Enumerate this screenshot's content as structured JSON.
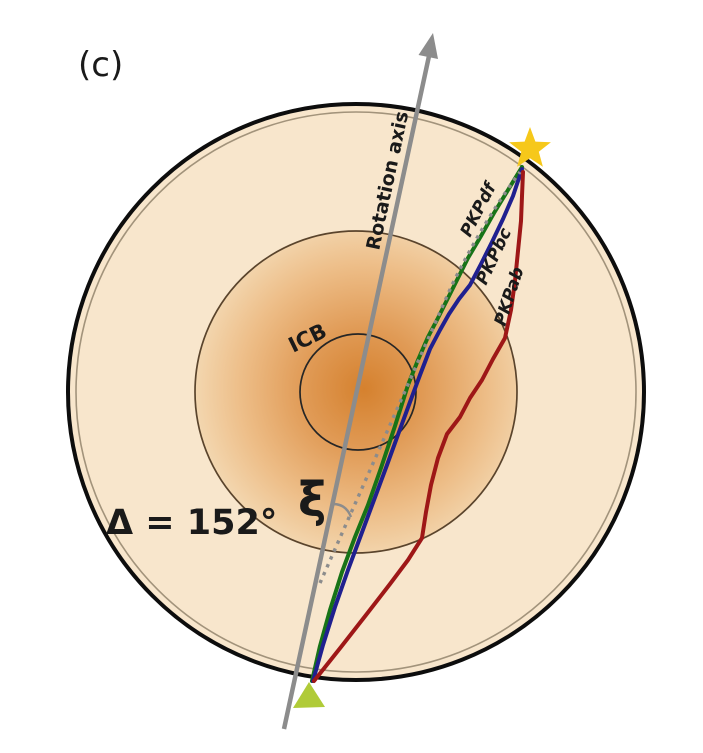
{
  "panel_label": "(c)",
  "axis": {
    "label": "Rotation axis",
    "color": "#8c8c8c"
  },
  "boundaries": {
    "icb_label": "ICB"
  },
  "angles": {
    "xi_symbol": "ξ",
    "delta_text": "Δ = 152°"
  },
  "rays": {
    "pkpdf": {
      "label": "PKPdf",
      "color": "#177317"
    },
    "pkpbc": {
      "label": "PKPbc",
      "color": "#20208f"
    },
    "pkpab": {
      "label": "PKPab",
      "color": "#9e1717"
    },
    "inner_core_leg_style": "dotted",
    "dotted_color": "#8c8c8c"
  },
  "markers": {
    "source": {
      "icon": "star-icon",
      "color": "#f6c81a"
    },
    "receiver": {
      "icon": "triangle-icon",
      "color": "#b0cb38"
    }
  },
  "colors": {
    "background": "#ffffff",
    "mantle": "#f8e6cc",
    "surface_outline": "#0d0d0d",
    "surface_inner_line": "#a2937b",
    "cmb_line": "#5a442c",
    "icb_line": "#262626",
    "core_gradient": [
      "#d5812e",
      "#e09a55",
      "#edbd87",
      "#f3d7b0"
    ],
    "text": "#1a1a1a"
  }
}
